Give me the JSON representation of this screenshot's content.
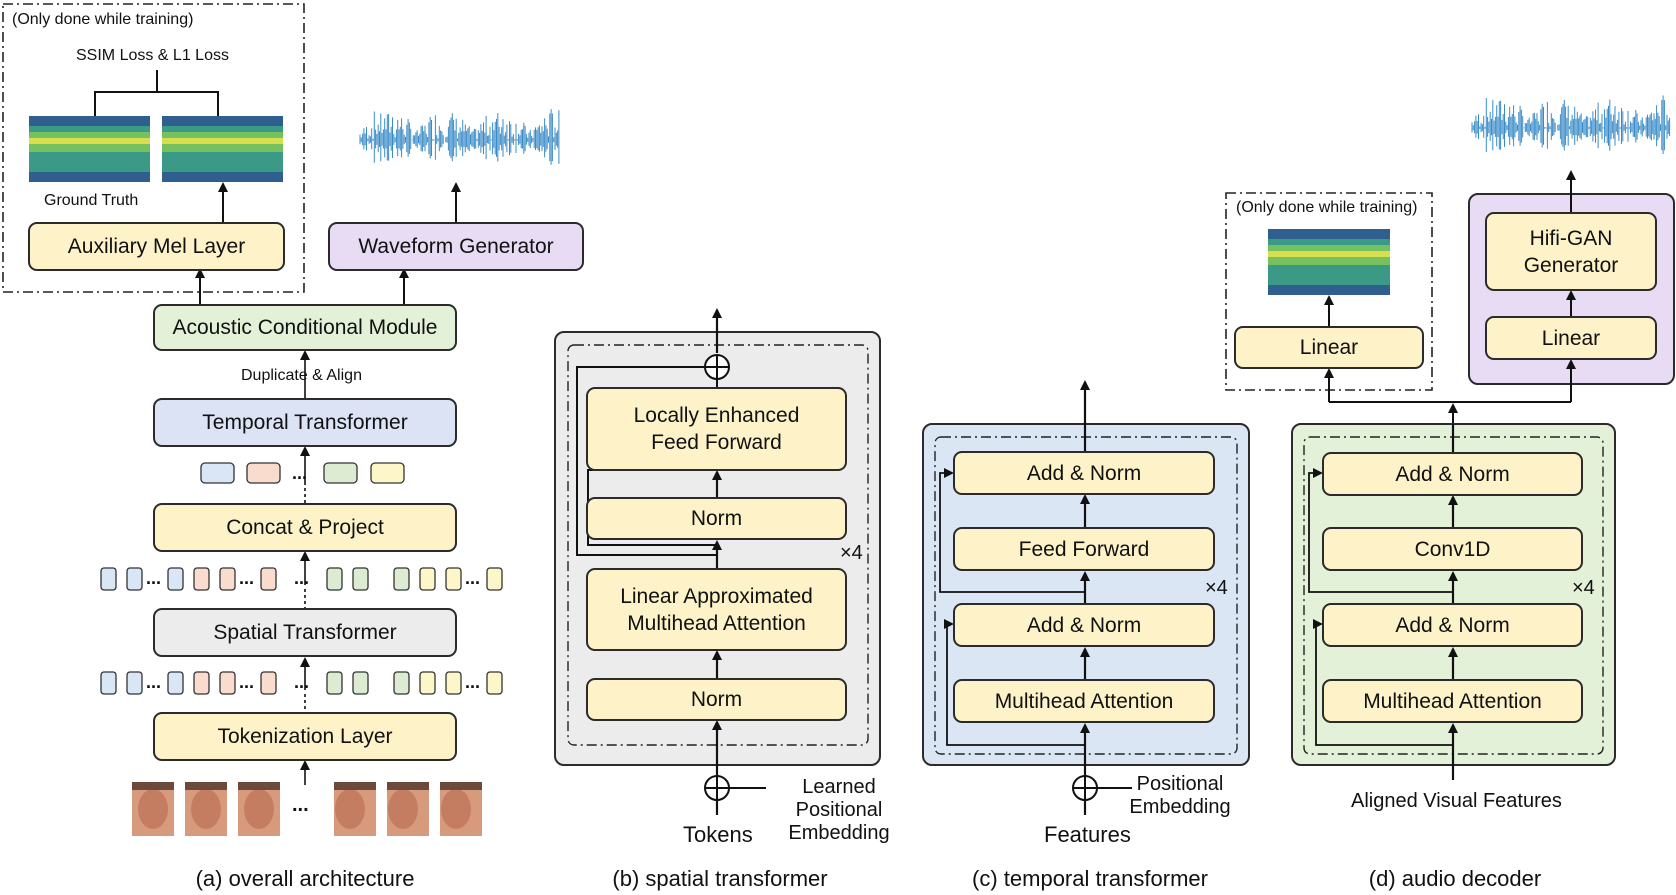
{
  "labels": {
    "only_training_a": "(Only done while training)",
    "ssim_loss": "SSIM Loss & L1 Loss",
    "ground_truth": "Ground Truth",
    "duplicate_align": "Duplicate & Align",
    "ellipsis": "...",
    "times4": "×4",
    "learned_pos_emb": "Learned Positional\nEmbedding",
    "tokens": "Tokens",
    "pos_emb": "Positional\nEmbedding",
    "features": "Features",
    "only_training_d": "(Only done while training)",
    "aligned_visual": "Aligned Visual Features"
  },
  "blocks": {
    "aux_mel": "Auxiliary Mel Layer",
    "waveform_gen": "Waveform Generator",
    "acoustic": "Acoustic Conditional Module",
    "temporal": "Temporal Transformer",
    "concat": "Concat & Project",
    "spatial": "Spatial Transformer",
    "tokenization": "Tokenization Layer",
    "local_ff": "Locally Enhanced\nFeed Forward",
    "b_norm1": "Norm",
    "linear_attn": "Linear Approximated\nMultihead Attention",
    "b_norm2": "Norm",
    "c_addnorm1": "Add & Norm",
    "c_ff": "Feed Forward",
    "c_addnorm2": "Add & Norm",
    "c_mha": "Multihead Attention",
    "d_linear_left": "Linear",
    "d_hifigan": "Hifi-GAN\nGenerator",
    "d_linear_right": "Linear",
    "d_addnorm1": "Add & Norm",
    "d_conv": "Conv1D",
    "d_addnorm2": "Add & Norm",
    "d_mha": "Multihead Attention"
  },
  "captions": {
    "a": "(a) overall architecture",
    "b": "(b) spatial transformer",
    "c": "(c) temporal transformer",
    "d": "(d) audio decoder"
  },
  "colors": {
    "yellow": "#fdf2c8",
    "green": "#e4f1d9",
    "blue": "#dbe3f5",
    "gray": "#ececec",
    "purple": "#e8dcf4",
    "token_blue": "#d9e6f5",
    "token_red": "#f9dccd",
    "token_green": "#dcebd2",
    "token_yellow": "#fdf6c8",
    "waveform": "#3a8cc8"
  }
}
